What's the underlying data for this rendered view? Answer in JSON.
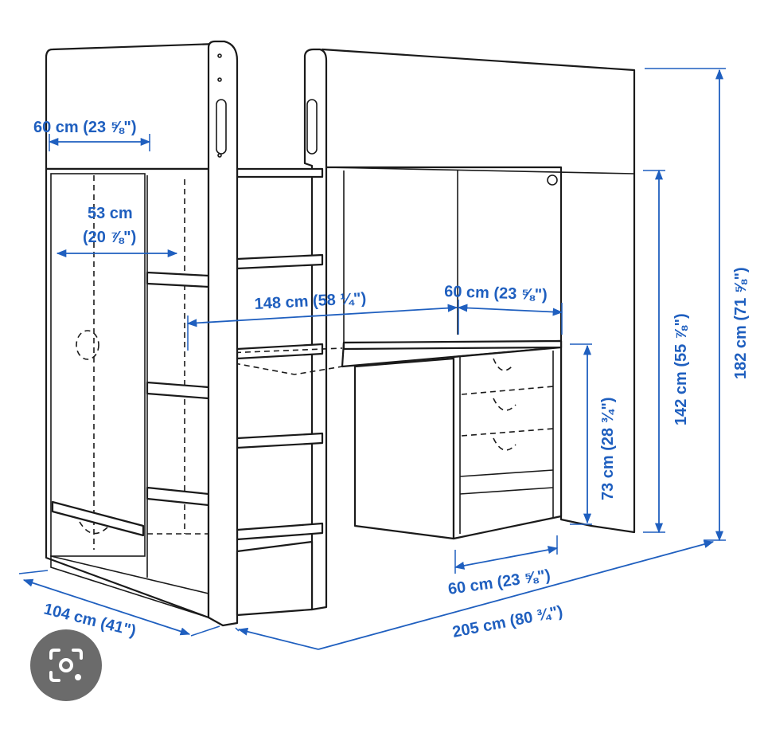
{
  "colors": {
    "dimension": "#1f5fbf",
    "line": "#1a1a1a",
    "lens_button": "#6b6b6b"
  },
  "dimensions": {
    "wardrobe_width": "60 cm (23 ⅝\")",
    "wardrobe_inner_line1": "53 cm",
    "wardrobe_inner_line2": "(20 ⅞\")",
    "desk_width": "148 cm (58 ¼\")",
    "desk_depth": "60 cm (23 ⅝\")",
    "desk_height": "73 cm (28 ¾\")",
    "clearance_height": "142 cm (55 ⅞\")",
    "total_height": "182 cm (71 ⅝\")",
    "drawer_width": "60 cm (23 ⅝\")",
    "total_depth": "104 cm (41\")",
    "total_length": "205 cm (80 ¾\")"
  },
  "icons": {
    "lens": "camera-lens-icon"
  }
}
